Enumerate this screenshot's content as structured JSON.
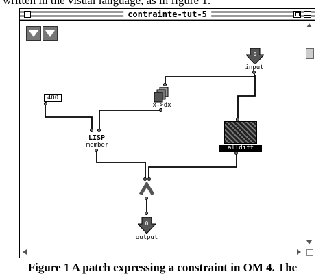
{
  "caption_top": "written in the visual language, as in figure 1.",
  "caption_bottom": "Figure 1 A patch expressing a constraint in OM 4. The",
  "window": {
    "title": "contrainte-tut-5"
  },
  "patch": {
    "input_label": "input",
    "output_label": "output",
    "xdx_label": "x->dx",
    "number_value": "400",
    "lisp_title": "LISP",
    "member_label": "member",
    "alldiff_label": "alldiff"
  }
}
